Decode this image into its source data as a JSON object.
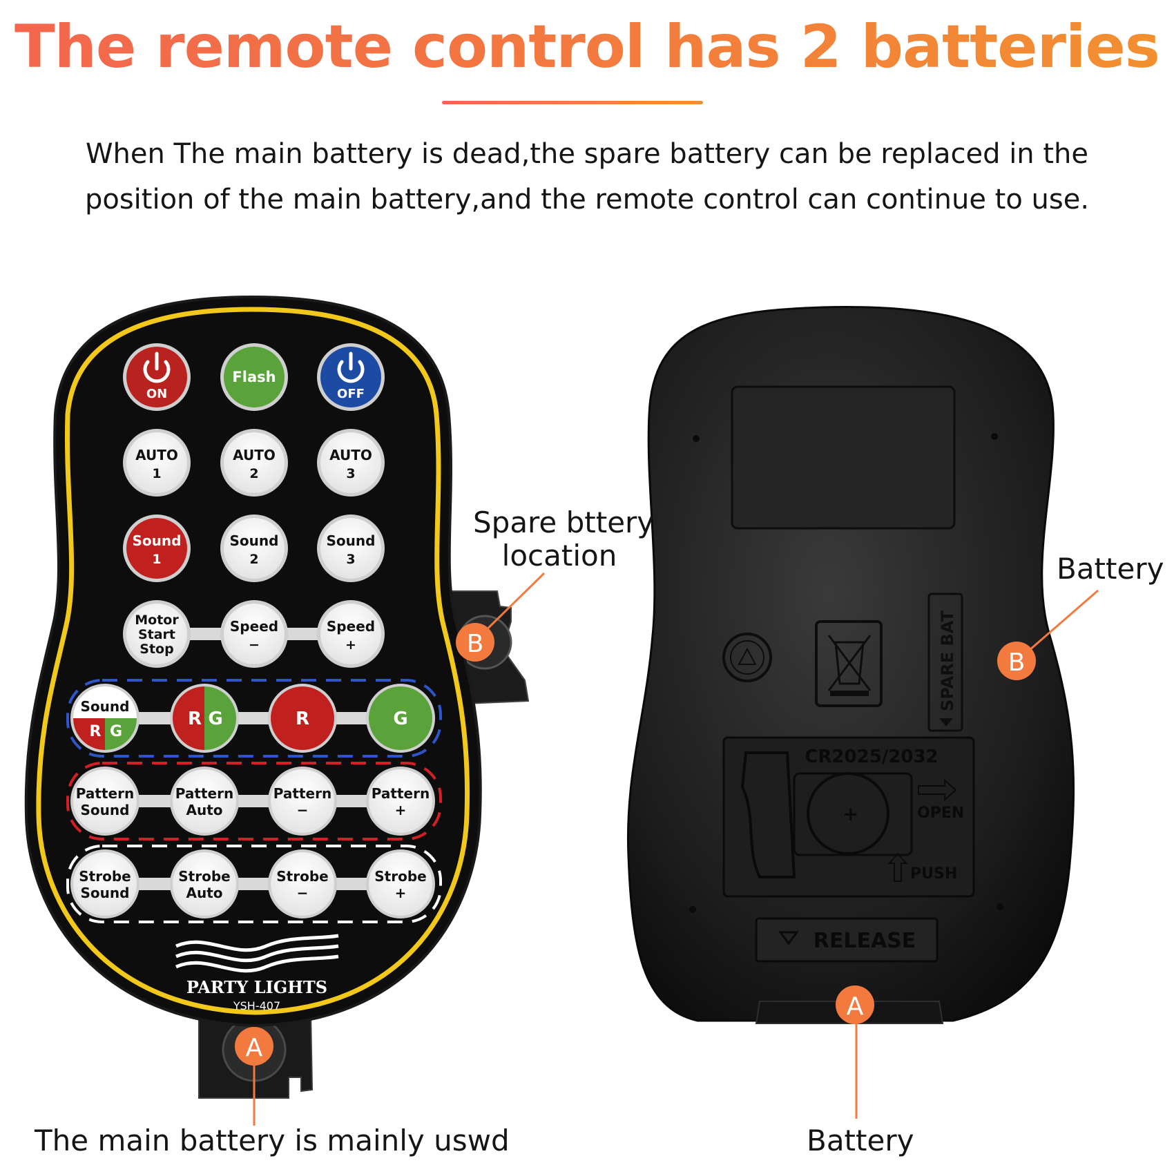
{
  "header": {
    "title": "The remote control has 2 batteries",
    "description": "When The main battery is dead,the spare battery can be replaced in the position of the main battery,and the remote control can continue to use."
  },
  "remote_front": {
    "rows": [
      [
        {
          "top": "",
          "bottom": "ON",
          "fill": "#b9231f",
          "text": "#ffffff",
          "icon": "power-icon"
        },
        {
          "top": "Flash",
          "bottom": "",
          "fill": "#5aa23a",
          "text": "#ffffff"
        },
        {
          "top": "",
          "bottom": "OFF",
          "fill": "#1d4aa3",
          "text": "#ffffff",
          "icon": "power-icon"
        }
      ],
      [
        {
          "top": "AUTO",
          "bottom": "1"
        },
        {
          "top": "AUTO",
          "bottom": "2"
        },
        {
          "top": "AUTO",
          "bottom": "3"
        }
      ],
      [
        {
          "top": "Sound",
          "bottom": "1",
          "fill": "#c0211f",
          "text": "#ffffff"
        },
        {
          "top": "Sound",
          "bottom": "2"
        },
        {
          "top": "Sound",
          "bottom": "3"
        }
      ],
      [
        {
          "top": "Motor",
          "mid": "Start",
          "bottom": "Stop"
        },
        {
          "top": "Speed",
          "bottom": "−"
        },
        {
          "top": "Speed",
          "bottom": "+"
        }
      ]
    ],
    "color_row": [
      {
        "top": "Sound",
        "r": "R",
        "g": "G",
        "style": "split-sound"
      },
      {
        "r": "R",
        "g": "G",
        "style": "split"
      },
      {
        "label": "R",
        "fill": "#c0211f"
      },
      {
        "label": "G",
        "fill": "#5aa23a"
      }
    ],
    "pattern_row": [
      {
        "top": "Pattern",
        "bottom": "Sound"
      },
      {
        "top": "Pattern",
        "bottom": "Auto"
      },
      {
        "top": "Pattern",
        "bottom": "−"
      },
      {
        "top": "Pattern",
        "bottom": "+"
      }
    ],
    "strobe_row": [
      {
        "top": "Strobe",
        "bottom": "Sound"
      },
      {
        "top": "Strobe",
        "bottom": "Auto"
      },
      {
        "top": "Strobe",
        "bottom": "−"
      },
      {
        "top": "Strobe",
        "bottom": "+"
      }
    ],
    "brand": "PARTY LIGHTS",
    "model": "YSH-407"
  },
  "remote_back": {
    "spare_label": "SPARE BAT",
    "battery_type": "CR2025/2032",
    "open_label": "OPEN",
    "push_label": "PUSH",
    "release_label": "RELEASE"
  },
  "callouts": {
    "spare_location": [
      "Spare bttery",
      "location"
    ],
    "main_battery": "The main battery is mainly uswd",
    "battery_right": "Battery",
    "battery_bottom": "Battery",
    "marker_a": "A",
    "marker_b": "B"
  },
  "colors": {
    "accent_orange": "#f37a3e",
    "yellow_border": "#f2c81b",
    "remote_black": "#111111"
  }
}
